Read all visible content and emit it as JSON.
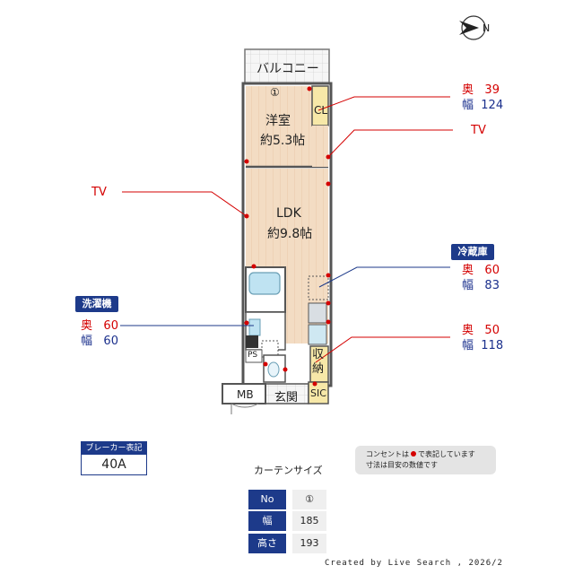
{
  "floor_plan": {
    "balcony_label": "バルコニー",
    "western_room_label": "洋室",
    "western_room_size": "約5.3帖",
    "closet_label": "CL",
    "curtain_no_marker": "①",
    "ldk_label": "LDK",
    "ldk_size": "約9.8帖",
    "storage_label": "収納",
    "ps_label": "PS",
    "mb_label": "MB",
    "entrance_label": "玄関",
    "sic_label": "SIC"
  },
  "callouts": {
    "tv_right": "TV",
    "tv_left": "TV",
    "closet_depth_label": "奥",
    "closet_depth_value": "39",
    "closet_width_label": "幅",
    "closet_width_value": "124",
    "fridge_title": "冷蔵庫",
    "fridge_depth_label": "奥",
    "fridge_depth_value": "60",
    "fridge_width_label": "幅",
    "fridge_width_value": "83",
    "storage_depth_label": "奥",
    "storage_depth_value": "50",
    "storage_width_label": "幅",
    "storage_width_value": "118",
    "washer_title": "洗濯機",
    "washer_depth_label": "奥",
    "washer_depth_value": "60",
    "washer_width_label": "幅",
    "washer_width_value": "60"
  },
  "breaker": {
    "label": "ブレーカー表記",
    "value": "40A"
  },
  "notes": {
    "line1_pre": "コンセントは",
    "line1_post": "で表記しています",
    "line2": "寸法は目安の数値です"
  },
  "curtain": {
    "title": "カーテンサイズ",
    "rows": [
      {
        "label": "No",
        "value": "①"
      },
      {
        "label": "幅",
        "value": "185"
      },
      {
        "label": "高さ",
        "value": "193"
      }
    ]
  },
  "compass": {
    "letter": "N"
  },
  "footer": "Created by Live Search , 2026/2",
  "colors": {
    "accent_blue": "#1d3a8a",
    "accent_red": "#d40000",
    "floor": "#f2dcc6"
  }
}
